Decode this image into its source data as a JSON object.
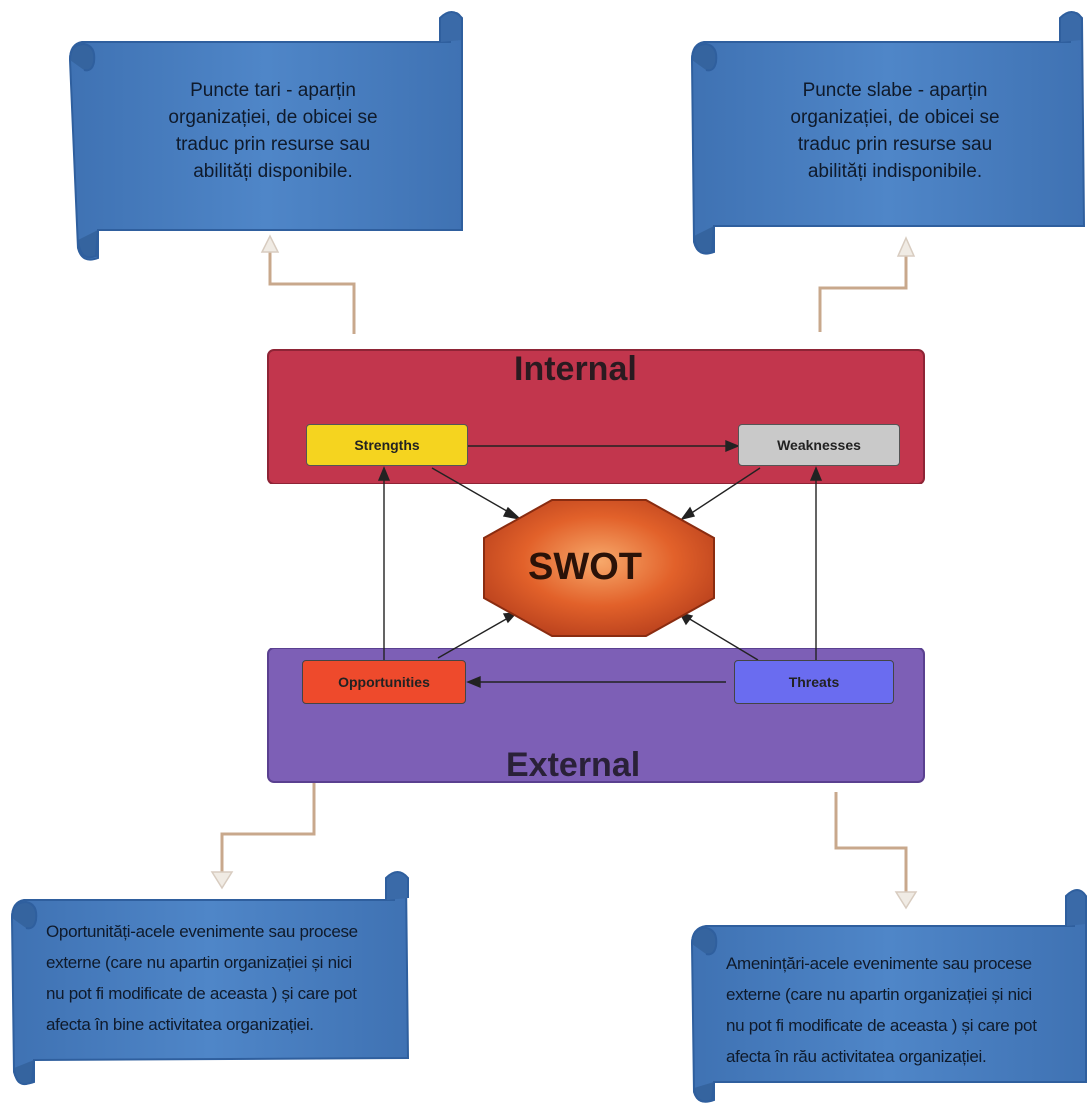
{
  "scrolls": {
    "top_left": [
      "Puncte tari - aparțin",
      "organizației, de obicei  se",
      "traduc prin  resurse sau",
      "abilități disponibile."
    ],
    "top_right": [
      "Puncte slabe - aparțin",
      "organizației, de obicei  se",
      "traduc prin  resurse sau",
      "abilități indisponibile."
    ],
    "bottom_left": [
      "Oportunități-acele evenimente sau procese",
      "externe (care nu apartin organizației  și nici",
      "nu pot fi modificate de aceasta ) și care pot",
      "afecta în bine activitatea organizației."
    ],
    "bottom_right": [
      "Amenințări-acele evenimente sau procese",
      "externe (care nu apartin organizației  și nici",
      "nu pot fi modificate de aceasta ) și care pot",
      "afecta în rău activitatea organizației."
    ]
  },
  "diagram": {
    "internal_title": "Internal",
    "external_title": "External",
    "center": "SWOT",
    "strengths": "Strengths",
    "weaknesses": "Weaknesses",
    "opportunities": "Opportunities",
    "threats": "Threats"
  },
  "colors": {
    "scroll_fill": "#4a7fc1",
    "scroll_edge": "#2f5f9e",
    "internal_band": "#c2364d",
    "external_band": "#7d5fb6",
    "strengths_box": "#f5d41f",
    "weaknesses_box": "#c9c9c9",
    "opportunities_box": "#ee4a2c",
    "threats_box": "#6a6cf0",
    "swot_octagon": "#e2612a",
    "connector": "#c8a88c"
  }
}
